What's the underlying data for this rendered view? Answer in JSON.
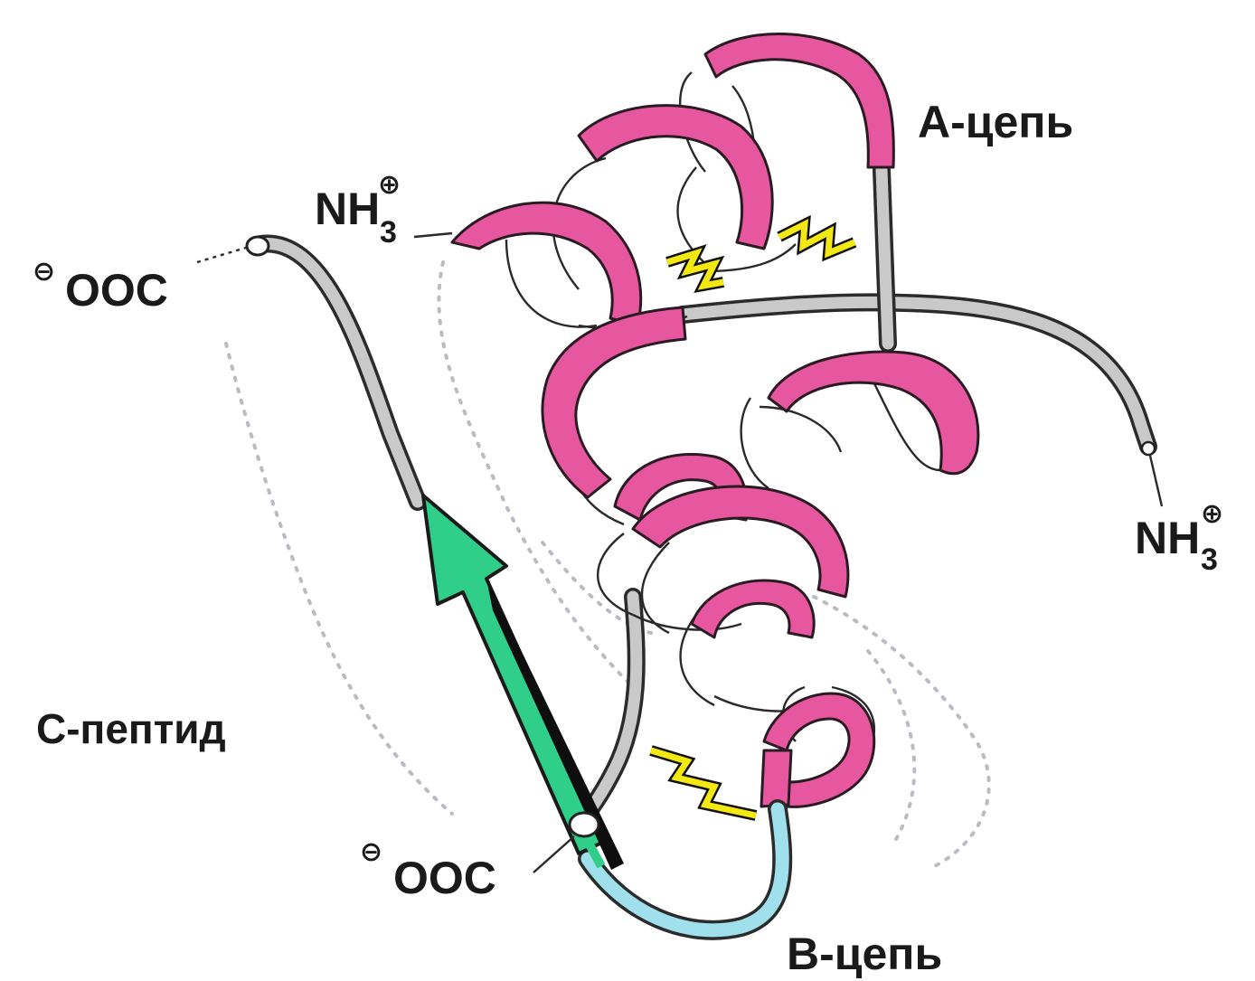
{
  "labels": {
    "a_chain": "А-цепь",
    "b_chain": "В-цепь",
    "c_peptide": "С-пептид",
    "nh3_top": "NH",
    "nh3_top_sub": "3",
    "nh3_top_charge": "⊕",
    "nh3_right": "NH",
    "nh3_right_sub": "3",
    "nh3_right_charge": "⊕",
    "ooc_top": "OOC",
    "ooc_top_charge": "⊖",
    "ooc_bottom": "OOC",
    "ooc_bottom_charge": "⊖"
  },
  "colors": {
    "helix": "#e7579f",
    "helix_back": "#f6c6dc",
    "coil": "#c9c9c9",
    "c_peptide_arrow": "#2fcf8a",
    "b_chain_tail": "#9fe0ec",
    "disulfide": "#f4e812"
  },
  "icons": {
    "disulfide_bridge": "zigzag-bond-icon",
    "terminus": "open-circle-icon"
  }
}
